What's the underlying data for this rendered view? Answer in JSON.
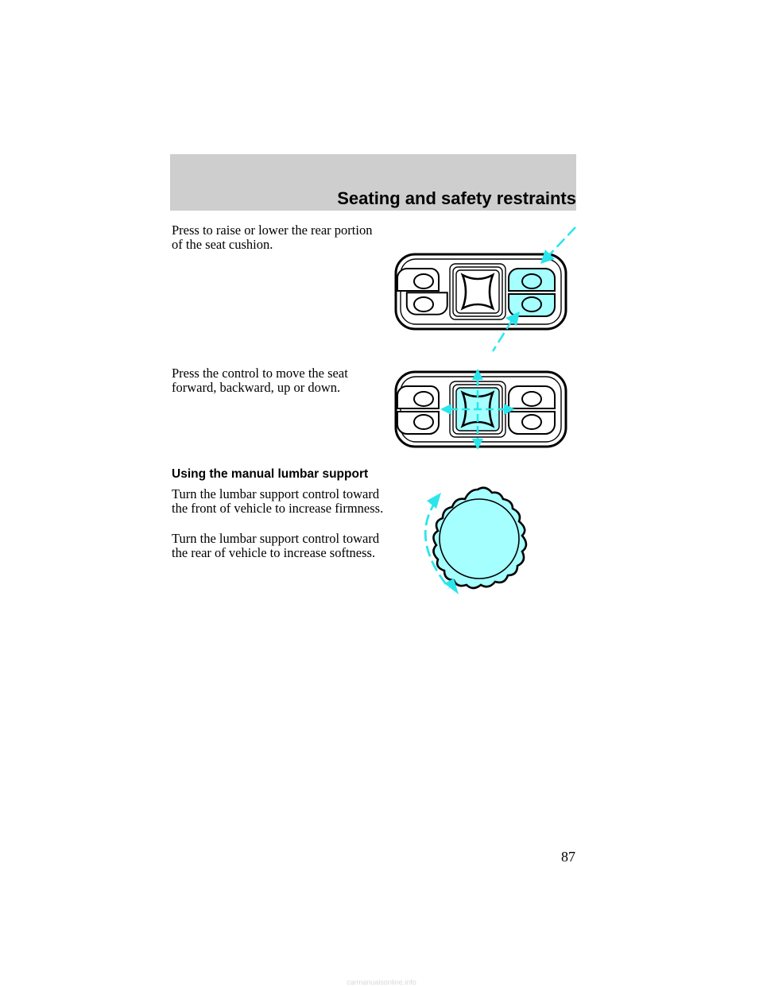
{
  "header": {
    "title": "Seating and safety restraints"
  },
  "sections": {
    "rear_cushion": {
      "text": "Press to raise or lower the rear portion of the seat cushion."
    },
    "seat_move": {
      "text": "Press the control to move the seat forward, backward, up or down."
    },
    "lumbar": {
      "heading": "Using the manual lumbar support",
      "para1": "Turn the lumbar support control toward the front of vehicle to increase firmness.",
      "para2": "Turn the lumbar support control toward the rear of vehicle to increase softness."
    }
  },
  "page_number": "87",
  "watermark": "carmanualsonline.info",
  "colors": {
    "highlight": "#a6ffff",
    "arrow": "#29e6ec",
    "header_band": "#cecece"
  },
  "icons": [
    "seat-control-switch-icon",
    "lumbar-knob-icon"
  ]
}
